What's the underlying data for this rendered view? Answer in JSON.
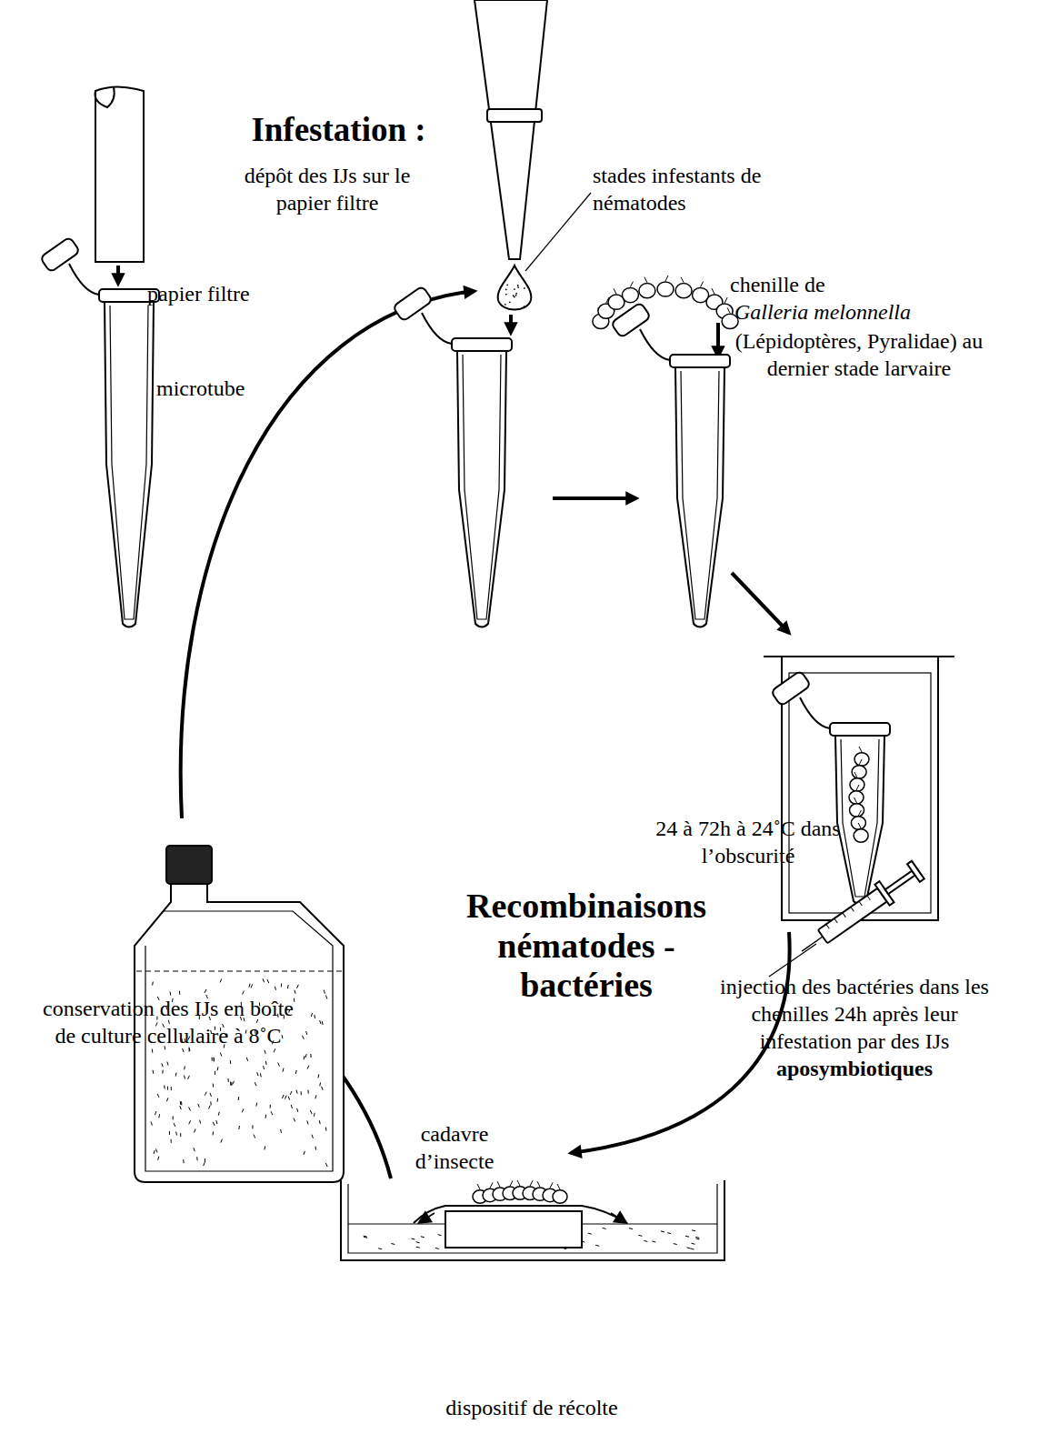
{
  "diagram": {
    "labels": [
      "Infestation :",
      "dépôt des IJs sur le papier filtre",
      "stades infestants de nématodes",
      "papier filtre",
      "microtube",
      "chenille de",
      "Galleria melonnella",
      "(Lépidoptères, Pyralidae) au dernier stade larvaire",
      "24 à 72h à 24˚C dans l’obscurité",
      "Recombinaisons nématodes - bactéries",
      "injection des bactéries dans les chenilles 24h après leur infestation par des IJs",
      "aposymbiotiques",
      "cadavre d’insecte",
      "dispositif de récolte",
      "conservation des IJs en boîte de culture cellulaire à 8˚C"
    ]
  }
}
